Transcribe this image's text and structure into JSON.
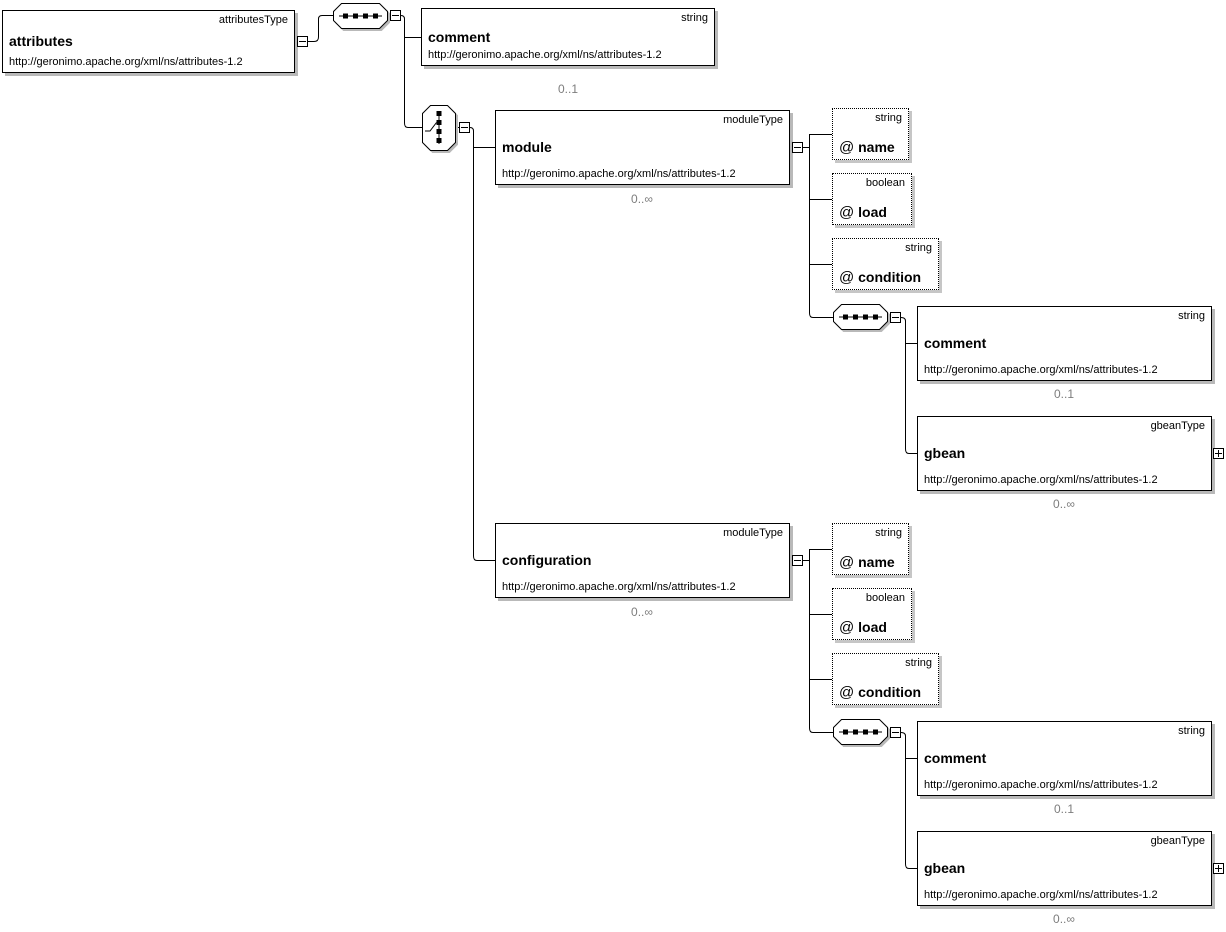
{
  "shared": {
    "namespace": "http://geronimo.apache.org/xml/ns/attributes-1.2"
  },
  "labels": {
    "at": "@"
  },
  "nodes": {
    "attributes": {
      "name": "attributes",
      "type": "attributesType"
    },
    "comment_top": {
      "name": "comment",
      "type": "string",
      "cardinality": "0..1"
    },
    "module": {
      "name": "module",
      "type": "moduleType",
      "cardinality": "0..∞"
    },
    "module_attrs": [
      {
        "name": "name",
        "type": "string"
      },
      {
        "name": "load",
        "type": "boolean"
      },
      {
        "name": "condition",
        "type": "string"
      }
    ],
    "module_comment": {
      "name": "comment",
      "type": "string",
      "cardinality": "0..1"
    },
    "module_gbean": {
      "name": "gbean",
      "type": "gbeanType",
      "cardinality": "0..∞"
    },
    "configuration": {
      "name": "configuration",
      "type": "moduleType",
      "cardinality": "0..∞"
    },
    "configuration_attrs": [
      {
        "name": "name",
        "type": "string"
      },
      {
        "name": "load",
        "type": "boolean"
      },
      {
        "name": "condition",
        "type": "string"
      }
    ],
    "configuration_comment": {
      "name": "comment",
      "type": "string",
      "cardinality": "0..1"
    },
    "configuration_gbean": {
      "name": "gbean",
      "type": "gbeanType",
      "cardinality": "0..∞"
    }
  },
  "icons": {
    "sequence": "sequence-compositor",
    "choice": "choice-compositor",
    "collapse": "collapse-minus",
    "expand": "expand-plus"
  },
  "colors": {
    "background": "#ffffff",
    "box_border": "#000000",
    "box_shadow": "#b9b9b9",
    "cardinality_text": "#7d7d7d"
  }
}
